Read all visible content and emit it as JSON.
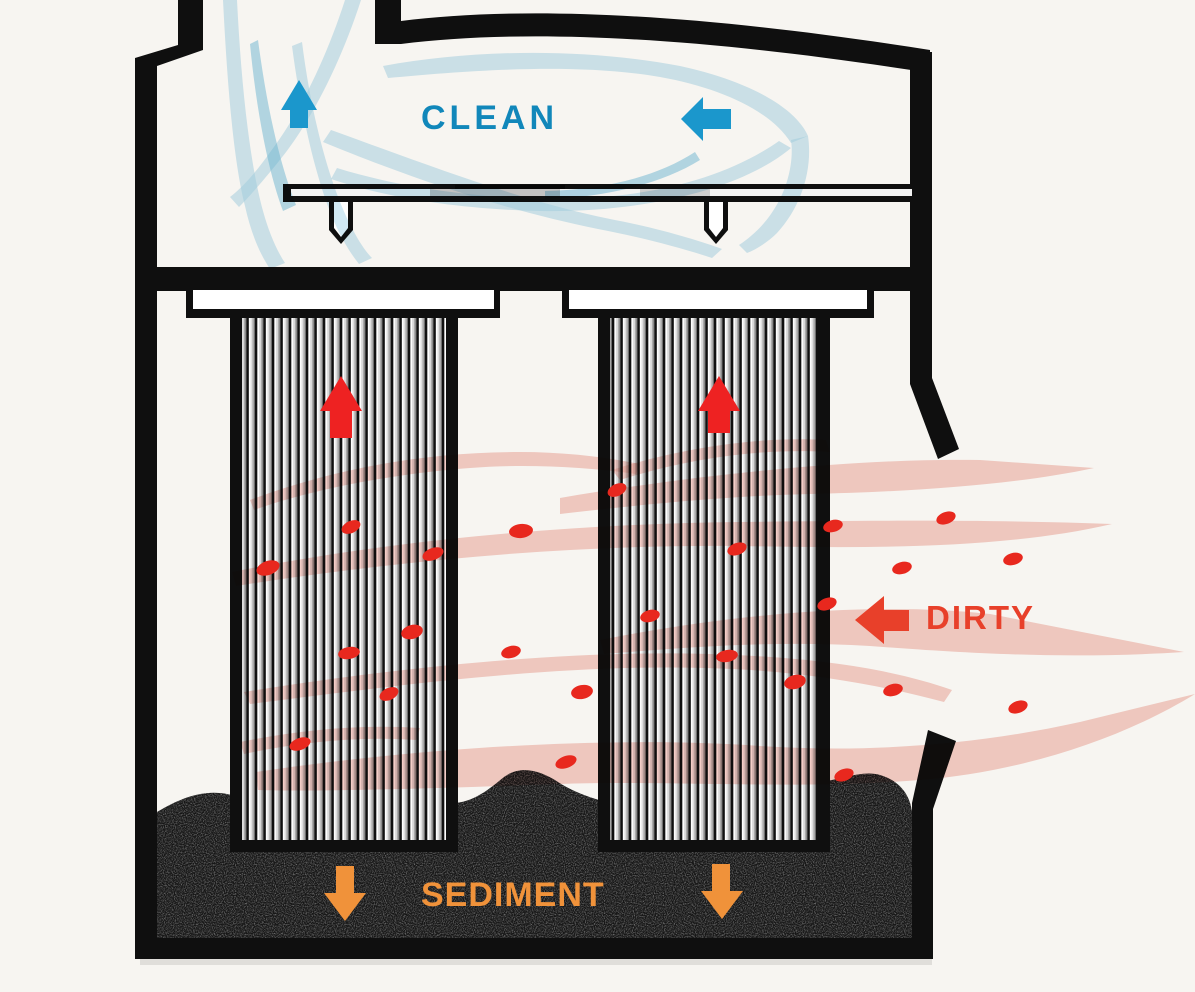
{
  "diagram": {
    "type": "dust-collector-cross-section",
    "labels": {
      "clean": "CLEAN",
      "dirty": "DIRTY",
      "sediment": "SEDIMENT"
    },
    "flow_indicators": {
      "clean_air": [
        "up-arrow",
        "left-arrow"
      ],
      "filtered_air_in_cartridges": [
        "up-arrow",
        "up-arrow"
      ],
      "dirty_air_inlet": [
        "left-arrow"
      ],
      "sediment_fallout": [
        "down-arrow",
        "down-arrow"
      ]
    },
    "colors": {
      "background": "#f7f5f1",
      "wall": "#0f0f0f",
      "clean_text": "#1187ba",
      "blue_arrow": "#1b97cc",
      "blue_flow": "#a3d3ea",
      "blue_flow_accent": "#5fb3d8",
      "dirty_text": "#e8402a",
      "dirty_arrow": "#e8402a",
      "filter_arrow": "#ee2222",
      "particle": "#e8281e",
      "streak": "#eda093",
      "orange": "#f0923a",
      "sediment_fill": "#161616",
      "plate_fill": "#ffffff"
    },
    "components": [
      "housing-walls",
      "clean-air-plenum",
      "tube-sheet-with-nozzles",
      "filter-cartridge-left",
      "filter-cartridge-right",
      "dirty-air-inlet-opening",
      "sediment-hopper-pile"
    ]
  }
}
